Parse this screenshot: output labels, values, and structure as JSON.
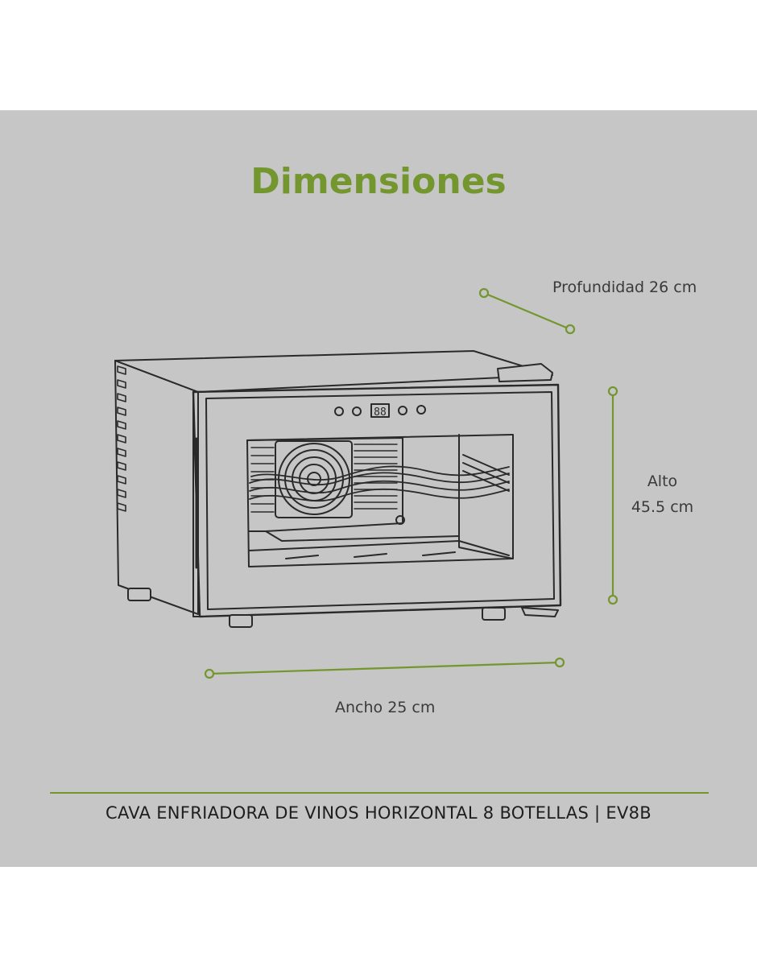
{
  "title": "Dimensiones",
  "dimensions": {
    "depth": "Profundidad 26 cm",
    "height_line1": "Alto",
    "height_line2": "45.5 cm",
    "width": "Ancho 25 cm"
  },
  "caption": "CAVA ENFRIADORA DE VINOS HORIZONTAL 8 BOTELLAS | EV8B",
  "display_readout": "88",
  "colors": {
    "accent": "#74962f",
    "panel": "#c6c6c6",
    "line_art": "#2a2a2a"
  }
}
